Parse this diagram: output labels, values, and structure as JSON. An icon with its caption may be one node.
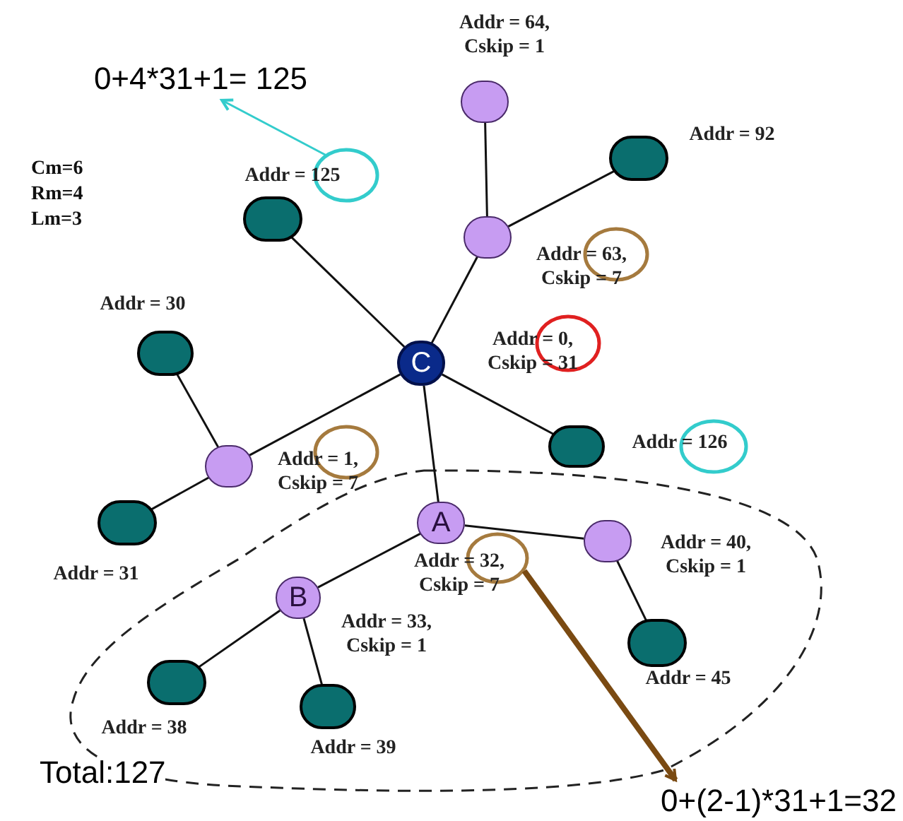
{
  "diagram": {
    "nodes": [
      {
        "text": [
          "0+4*31+1= 125"
        ]
      },
      {
        "text": [
          "Addr = 125"
        ]
      },
      {
        "text": [],
        "shape": "circle",
        "beside": [
          "Addr = 64, Cskip = 1"
        ]
      },
      {
        "text": [],
        "shape": "circle",
        "beside": [
          "Addr = 92"
        ]
      },
      {
        "text": [],
        "shape": "circle"
      },
      {
        "text": [],
        "shape": "circle",
        "beside": [
          "Addr = 63, Cskip = 7"
        ]
      },
      {
        "text": [],
        "shape": "circle",
        "beside": [
          "Addr = 30"
        ]
      },
      {
        "text": [
          "C"
        ],
        "beside": [
          "Addr = 0, Cskip = 31"
        ]
      },
      {
        "text": [],
        "shape": "circle",
        "beside": [
          "Addr = 1, Cskip = 7"
        ]
      },
      {
        "text": [],
        "shape": "circle",
        "beside": [
          "Addr = 126"
        ]
      },
      {
        "text": [],
        "shape": "circle",
        "beside": [
          "Addr = 31"
        ]
      },
      {
        "text": [
          "A"
        ]
      },
      {
        "text": [],
        "shape": "circle",
        "beside": [
          "Addr = 40, Cskip = 1"
        ]
      },
      {
        "text": [
          "B"
        ],
        "beside": [
          "Addr = 33, Cskip = 1"
        ]
      },
      {
        "text": [],
        "shape": "circle",
        "beside": [
          "Addr = 45"
        ]
      },
      {
        "text": [],
        "shape": "circle",
        "beside": [
          "Addr = 38"
        ]
      },
      {
        "text": [],
        "shape": "circle",
        "beside": [
          "Addr = 39"
        ]
      },
      {
        "text": [
          "Addr = 32, Cskip = 7"
        ]
      },
      {
        "text": [
          "0+(2-1)*31+1=32"
        ]
      }
    ],
    "edges": [
      {
        "from": 1,
        "to": 0,
        "arrow": "to",
        "color": "#33cccc"
      },
      {
        "from": 2,
        "to": 5,
        "arrow": "none"
      },
      {
        "from": 5,
        "to": 3,
        "arrow": "none"
      },
      {
        "from": 5,
        "to": 7,
        "arrow": "none"
      },
      {
        "from": 4,
        "to": 7,
        "arrow": "none"
      },
      {
        "from": 7,
        "to": 8,
        "arrow": "none"
      },
      {
        "from": 8,
        "to": 6,
        "arrow": "none"
      },
      {
        "from": 8,
        "to": 10,
        "arrow": "none"
      },
      {
        "from": 7,
        "to": 9,
        "arrow": "none"
      },
      {
        "from": 7,
        "to": 11,
        "arrow": "none"
      },
      {
        "from": 11,
        "to": 13,
        "arrow": "none"
      },
      {
        "from": 11,
        "to": 12,
        "arrow": "none"
      },
      {
        "from": 13,
        "to": 15,
        "arrow": "none"
      },
      {
        "from": 13,
        "to": 16,
        "arrow": "none"
      },
      {
        "from": 12,
        "to": 14,
        "arrow": "none"
      },
      {
        "from": 17,
        "to": 18,
        "arrow": "to",
        "color": "#7a4a12",
        "style": "thick"
      }
    ],
    "labels": [
      "Cm=6",
      "Rm=4",
      "Lm=3",
      "Total:127"
    ]
  }
}
